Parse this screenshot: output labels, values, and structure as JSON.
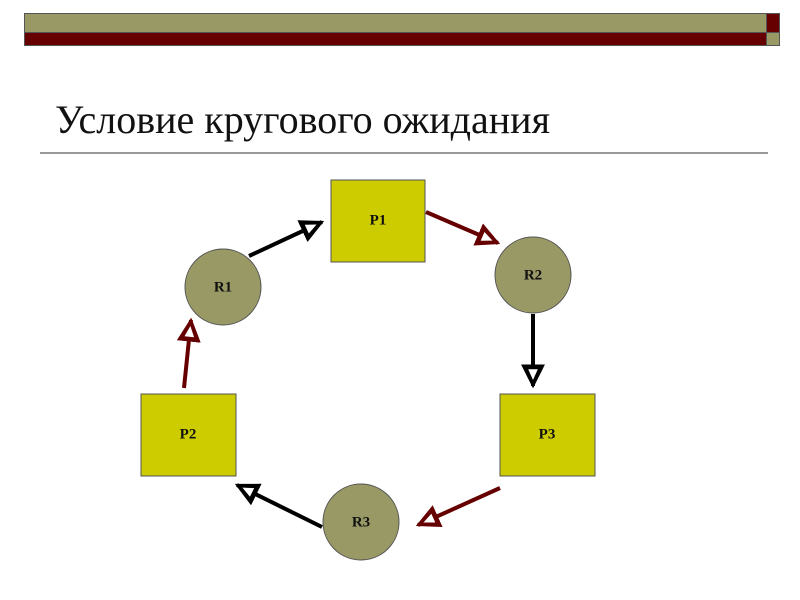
{
  "slide": {
    "title": "Условие кругового ожидания"
  },
  "diagram": {
    "processes": [
      {
        "id": "P1",
        "label": "P1"
      },
      {
        "id": "P2",
        "label": "P2"
      },
      {
        "id": "P3",
        "label": "P3"
      }
    ],
    "resources": [
      {
        "id": "R1",
        "label": "R1"
      },
      {
        "id": "R2",
        "label": "R2"
      },
      {
        "id": "R3",
        "label": "R3"
      }
    ],
    "edges": [
      {
        "from": "R1",
        "to": "P1",
        "kind": "assignment"
      },
      {
        "from": "P1",
        "to": "R2",
        "kind": "request"
      },
      {
        "from": "R2",
        "to": "P3",
        "kind": "assignment"
      },
      {
        "from": "P3",
        "to": "R3",
        "kind": "request"
      },
      {
        "from": "R3",
        "to": "P2",
        "kind": "assignment"
      },
      {
        "from": "P2",
        "to": "R1",
        "kind": "request"
      }
    ],
    "colors": {
      "process_fill": "#cccc00",
      "resource_fill": "#999966",
      "assignment_edge": "#000000",
      "request_edge": "#660000",
      "header_olive": "#999966",
      "header_red": "#660000"
    }
  }
}
